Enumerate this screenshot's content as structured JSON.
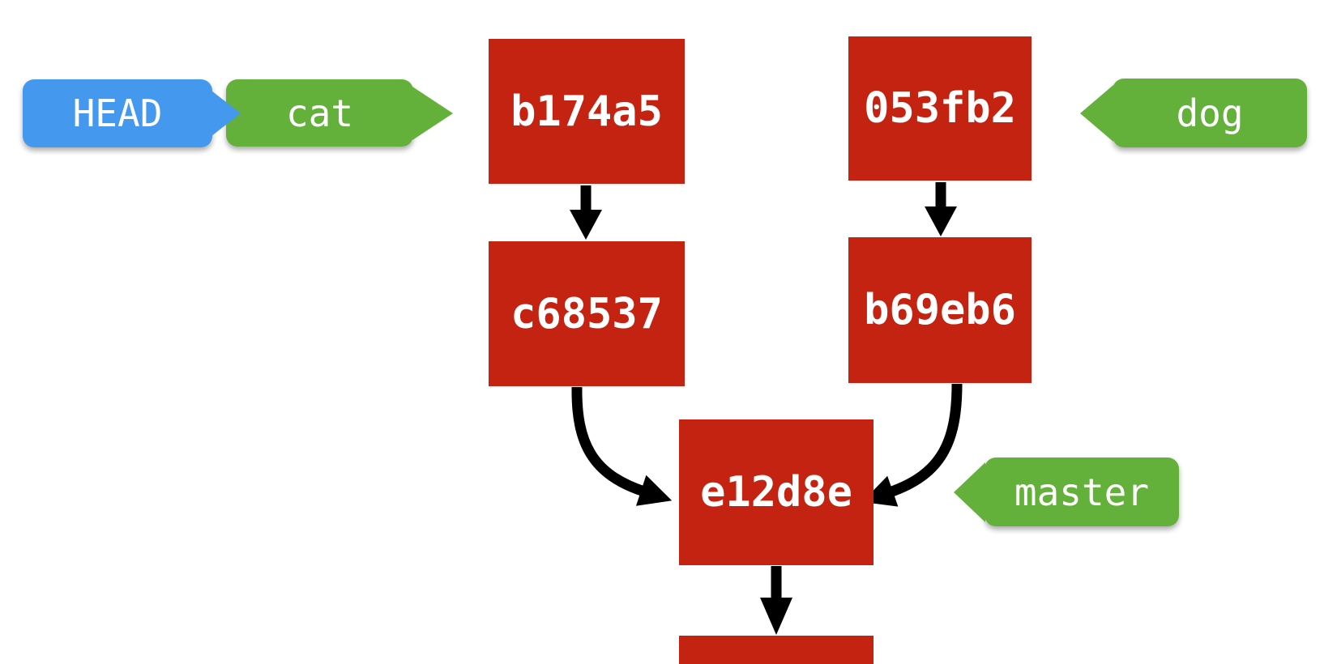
{
  "colors": {
    "commit_box": "#c32310",
    "branch_tag": "#63b13a",
    "head_tag": "#4499ee",
    "arrow": "#000000",
    "label_text": "#ffffff",
    "background": "#ffffff"
  },
  "commits": [
    {
      "id": "b174a5"
    },
    {
      "id": "053fb2"
    },
    {
      "id": "c68537"
    },
    {
      "id": "b69eb6"
    },
    {
      "id": "e12d8e"
    },
    {
      "id": ""
    }
  ],
  "refs": {
    "head": "HEAD",
    "cat": "cat",
    "dog": "dog",
    "master": "master"
  }
}
